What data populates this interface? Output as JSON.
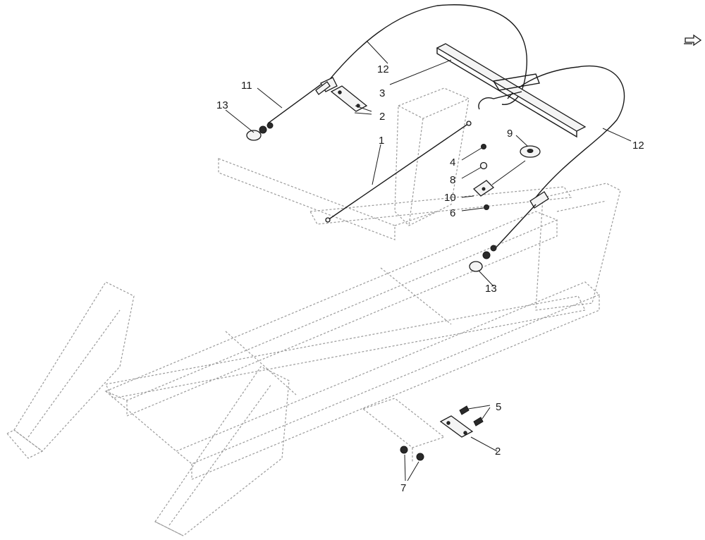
{
  "callouts": {
    "c1": "1",
    "c2a": "2",
    "c2b": "2",
    "c3": "3",
    "c4": "4",
    "c5": "5",
    "c6": "6",
    "c7": "7",
    "c8": "8",
    "c9": "9",
    "c10": "10",
    "c11": "11",
    "c12a": "12",
    "c12b": "12",
    "c13a": "13",
    "c13b": "13"
  },
  "icons": {
    "next_page": "next-page-arrow-icon"
  },
  "colors": {
    "frame_outline": "#9a9a9a",
    "part_outline": "#1a1a1a",
    "background": "#ffffff"
  }
}
